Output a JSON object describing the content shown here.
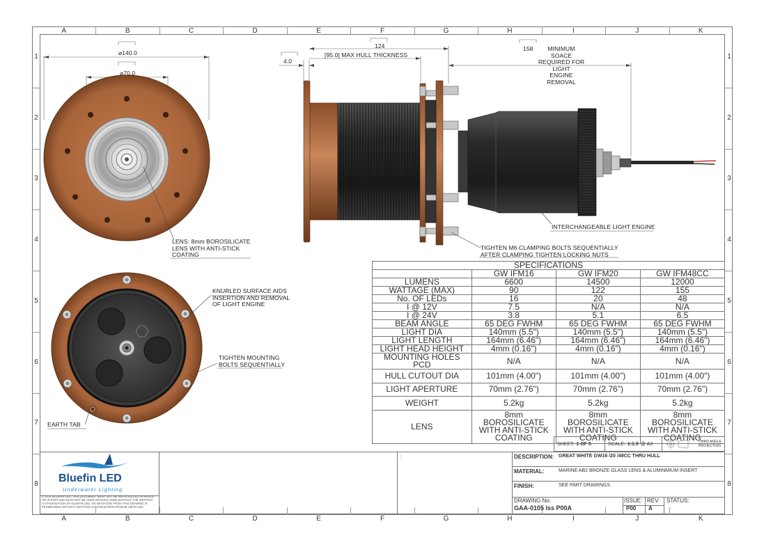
{
  "border": {
    "columns": [
      "A",
      "B",
      "C",
      "D",
      "E",
      "F",
      "G",
      "H",
      "I",
      "J",
      "K"
    ],
    "rows": [
      "1",
      "2",
      "3",
      "4",
      "5",
      "6",
      "7",
      "8"
    ]
  },
  "dimensions": {
    "outer_diameter": "⌀140.0",
    "inner_diameter": "⌀70.0",
    "flange_thickness": "4.0",
    "overall_length": "124",
    "hull_thickness": "[95.0] MAX HULL THICKNESS",
    "removal_clearance_value": "158",
    "removal_clearance_label": "MINIMUM\nSOACE REQUIRED FOR LIGHT\nENGINE REMOVAL"
  },
  "callouts": {
    "lens": "LENS: 8mm BOROSILICATE\nLENS WITH ANTI-STICK\nCOATING",
    "knurled": "KNURLED SURFACE AIDS\nINSERTION AND REMOVAL\nOF LIGHT ENGINE",
    "mounting_bolts": "TIGHTEN MOUNTING\nBOLTS SEQUENTIALLY",
    "earth_tab": "EARTH TAB",
    "light_engine": "INTERCHANGEABLE LIGHT ENGINE",
    "clamping": "TIGHTEN M6 CLAMPING BOLTS SEQUENTIALLY\nAFTER CLAMPING TIGHTEN LOCKING NUTS"
  },
  "specifications": {
    "title": "SPECIFICATIONS",
    "models": [
      "GW IFM16",
      "GW IFM20",
      "GW IFM48CC"
    ],
    "rows": [
      {
        "label": "LUMENS",
        "values": [
          "6600",
          "14500",
          "12000"
        ],
        "size": "compact"
      },
      {
        "label": "WATTAGE (MAX)",
        "values": [
          "90",
          "122",
          "155"
        ],
        "size": "compact"
      },
      {
        "label": "No. OF LEDs",
        "values": [
          "16",
          "20",
          "48"
        ],
        "size": "compact"
      },
      {
        "label": "I @ 12V",
        "values": [
          "7.5",
          "N/A",
          "N/A"
        ],
        "size": "compact"
      },
      {
        "label": "I @ 24V",
        "values": [
          "3.8",
          "5.1",
          "6.5"
        ],
        "size": "compact"
      },
      {
        "label": "BEAM ANGLE",
        "values": [
          "65 DEG FWHM",
          "65 DEG FWHM",
          "65 DEG FWHM"
        ],
        "size": "compact"
      },
      {
        "label": "LIGHT DIA",
        "values": [
          "140mm (5.5\")",
          "140mm (5.5\")",
          "140mm (5.5\")"
        ],
        "size": "compact"
      },
      {
        "label": "LIGHT LENGTH",
        "values": [
          "164mm (6.46\")",
          "164mm (6.46\")",
          "164mm (6.46\")"
        ],
        "size": "compact"
      },
      {
        "label": "LIGHT HEAD HEIGHT",
        "values": [
          "4mm (0.16\")",
          "4mm (0.16\")",
          "4mm (0.16\")"
        ],
        "size": "compact"
      },
      {
        "label": "MOUNTING HOLES PCD",
        "values": [
          "N/A",
          "N/A",
          "N/A"
        ],
        "size": "tall"
      },
      {
        "label": "HULL CUTOUT DIA",
        "values": [
          "101mm (4.00\")",
          "101mm (4.00\")",
          "101mm (4.00\")"
        ],
        "size": "tall"
      },
      {
        "label": "LIGHT APERTURE",
        "values": [
          "70mm (2.76\")",
          "70mm (2.76\")",
          "70mm (2.76\")"
        ],
        "size": "tall"
      },
      {
        "label": "WEIGHT",
        "values": [
          "5.2kg",
          "5.2kg",
          "5.2kg"
        ],
        "size": "tall"
      },
      {
        "label": "LENS",
        "values": [
          "8mm\nBOROSILICATE\nWITH ANTI-STICK\nCOATING",
          "8mm\nBOROSILICATE\nWITH ANTI-STICK\nCOATING",
          "8mm\nBOROSILICATE\nWITH ANTI-STICK\nCOATING"
        ],
        "size": "xtall"
      }
    ]
  },
  "sheet_info": {
    "sheet_label": "SHEET:",
    "sheet_value": "1 OF 5",
    "scale_label": "SCALE:",
    "scale_value": "1:1.5",
    "paper": "@ A3",
    "projection": "THIRD ANGLE\nPROJECTION"
  },
  "title_block": {
    "logo_name": "Bluefin LED",
    "logo_tagline": "Underwater Lighting",
    "disclaimer": "© 2014 BLUEFIN LED. THIS DOCUMENT MUST NOT BE REPRODUCED IN WHOLE OR IN PART AND MUST NOT BE USED OR DISCLOSED WITHOUT THE WRITTEN AUTHORISATION OF BLUEFIN LED. NO DEVIATION FROM THIS DRAWING IS PERMISSIBLE WITHOUT WRITTEN AUTHORISATION FROM BLUEFIN LED.",
    "colon": ":",
    "description_label": "DESCRIPTION:",
    "description_value": "GREAT WHITE GW16 /20 /48CC THRU HULL",
    "material_label": "MATERIAL:",
    "material_value": "MARINE AB2 BRONZE GLASS LENS & ALUMINMIUM INSERT",
    "finish_label": "FINISH:",
    "finish_value": "SEE PART DRAWINGS",
    "drawing_no_label": "DRAWING No:",
    "drawing_no_value": "GAA-0105 Iss P00A",
    "issue_label": "ISSUE:",
    "issue_value": "P00",
    "rev_label": "REV:",
    "rev_value": "A",
    "status_label": "STATUS:"
  },
  "colors": {
    "bronze": "#a8643a",
    "bronze_dark": "#7a4422",
    "engine_black": "#2a2a2a",
    "logo_blue": "#1a4f91",
    "logo_light_blue": "#2a88c8"
  }
}
